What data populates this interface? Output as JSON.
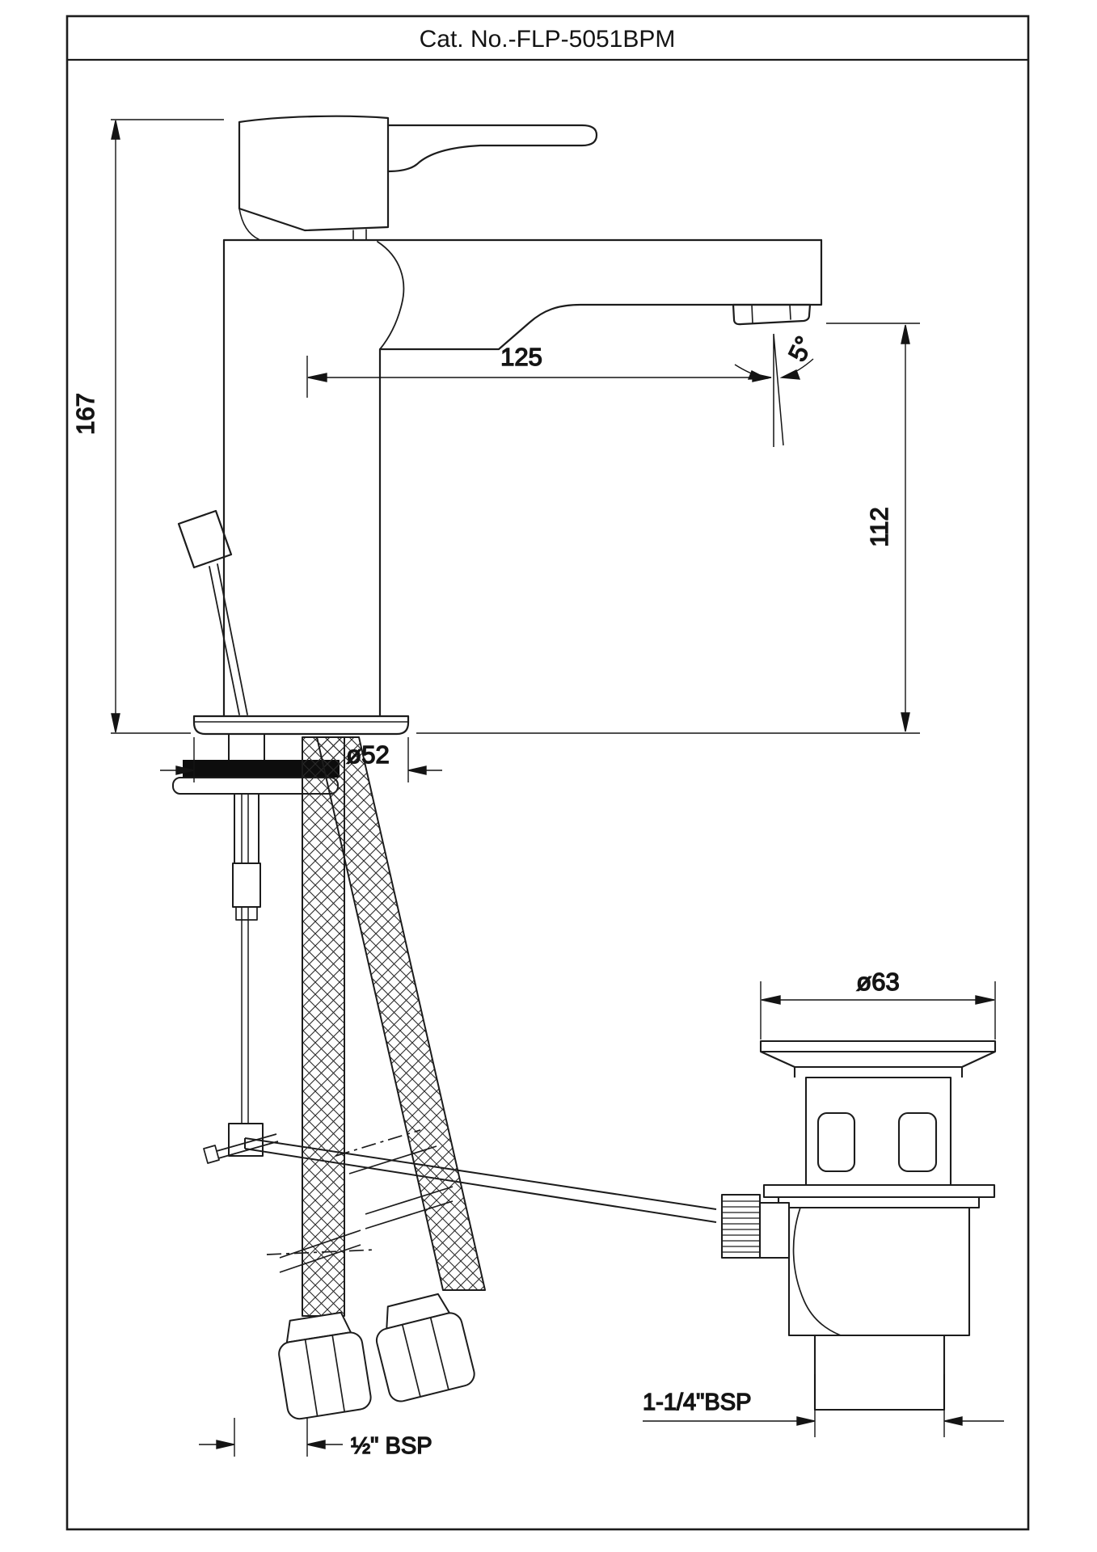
{
  "title": "Cat. No.-FLP-5051BPM",
  "dimensions": {
    "height_overall": "167",
    "spout_reach": "125",
    "spout_height": "112",
    "spout_angle": "5°",
    "base_diameter": "ø52",
    "waste_flange_diameter": "ø63",
    "waste_thread": "1-1/4\"BSP",
    "hose_thread": "½\" BSP"
  }
}
